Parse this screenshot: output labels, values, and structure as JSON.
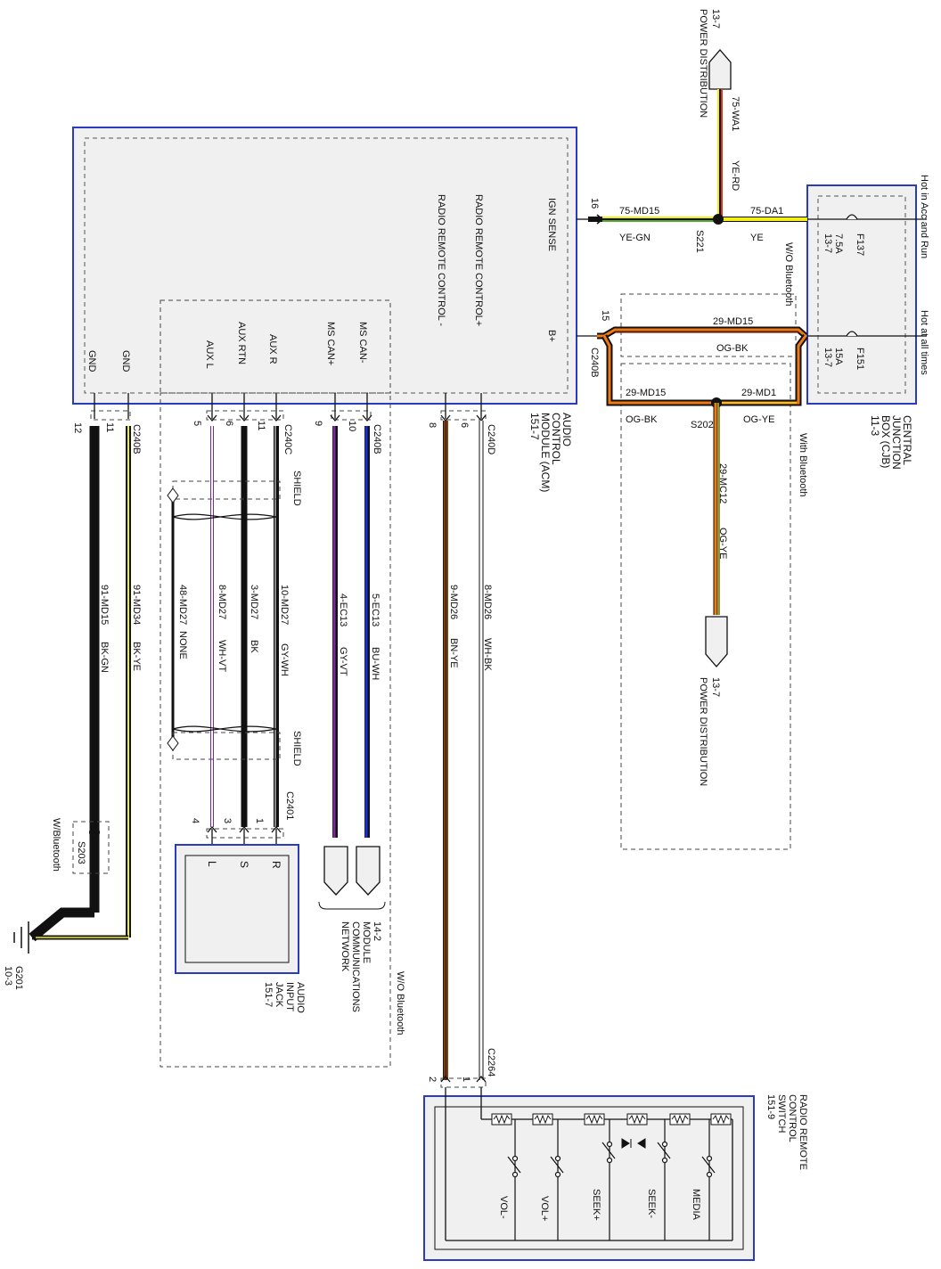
{
  "acm": {
    "pins": [
      "IGN SENSE",
      "B+",
      "RADIO REMOTE CONTROL+",
      "RADIO REMOTE CONTROL -",
      "MS CAN-",
      "MS CAN+",
      "AUX R",
      "AUX RTN",
      "AUX L",
      "GND",
      "GND"
    ],
    "name_lines": [
      "AUDIO",
      "CONTROL",
      "MODULE (ACM)",
      "151-7"
    ]
  },
  "cjb": {
    "name_lines": [
      "CENTRAL",
      "JUNCTION",
      "BOX (CJB)",
      "11-3"
    ],
    "hot_acc_run": "Hot in Acc and Run",
    "hot_all_times": "Hot at all times",
    "fuse1": {
      "id": "F137",
      "rating": "7.5A",
      "ref": "13-7"
    },
    "fuse2": {
      "id": "F151",
      "rating": "15A",
      "ref": "13-7"
    }
  },
  "power_dist": {
    "ref": "13-7",
    "label": "POWER DISTRIBUTION"
  },
  "splices": {
    "s221": "S221",
    "s202": "S202",
    "s203": "S203"
  },
  "bluetooth": {
    "with": "With Bluetooth",
    "without": "W/O Bluetooth",
    "w_bt": "W/Bluetooth"
  },
  "connectors": {
    "c240b": "C240B",
    "c240c": "C240C",
    "c240d": "C240D",
    "c2401": "C2401",
    "c2264": "C2264"
  },
  "circuits": {
    "ign_acm": {
      "id": "75-MD15",
      "color": "YE-GN",
      "pin": "16"
    },
    "ign_cjb": {
      "id": "75-DA1",
      "color": "YE"
    },
    "ign_pd": {
      "id": "75-WA1",
      "color": "YE-RD"
    },
    "bplus_wo": {
      "id": "29-MD15",
      "color": "OG-BK",
      "pin": "15"
    },
    "bplus_w_acm": {
      "id": "29-MD15",
      "color": "OG-BK"
    },
    "bplus_w_cjb": {
      "id": "29-MD1",
      "color": "OG-YE"
    },
    "bplus_pd": {
      "id": "29-MC12",
      "color": "OG-YE"
    },
    "rc_plus": {
      "id": "8-MD26",
      "color": "WH-BK",
      "pin": "6"
    },
    "rc_minus": {
      "id": "9-MD26",
      "color": "BN-YE",
      "pin": "8"
    },
    "can_minus": {
      "id": "5-EC13",
      "color": "BU-WH",
      "pin": "10"
    },
    "can_plus": {
      "id": "4-EC13",
      "color": "GY-VT",
      "pin": "9"
    },
    "aux_r": {
      "id": "10-MD27",
      "color": "GY-WH",
      "pin": "11"
    },
    "aux_rtn": {
      "id": "3-MD27",
      "color": "BK",
      "pin": "6"
    },
    "aux_l": {
      "id": "8-MD27",
      "color": "WH-VT",
      "pin": "5"
    },
    "aux_shield": {
      "id": "48-MD27",
      "color": "NONE"
    },
    "gnd1": {
      "id": "91-MD34",
      "color": "BK-YE",
      "pin": "11"
    },
    "gnd2": {
      "id": "91-MD15",
      "color": "BK-GN",
      "pin": "12"
    }
  },
  "shield": "SHIELD",
  "ground": {
    "id": "G201",
    "ref": "10-3"
  },
  "network": {
    "ref": "14-2",
    "lines": [
      "MODULE",
      "COMMUNICATIONS",
      "NETWORK"
    ]
  },
  "jack": {
    "name_lines": [
      "AUDIO",
      "INPUT",
      "JACK",
      "151-7"
    ],
    "pins": [
      "R",
      "S",
      "L"
    ],
    "cpins": [
      "1",
      "3",
      "4"
    ]
  },
  "rrc": {
    "name_lines": [
      "RADIO REMOTE",
      "CONTROL",
      "SWITCH",
      "151-9"
    ],
    "cpins": [
      "1",
      "2"
    ],
    "switches": [
      "MEDIA",
      "SEEK-",
      "SEEK+",
      "VOL+",
      "VOL-"
    ]
  },
  "colors": {
    "box": "#2b3bbf",
    "ye": "#f2ee1a",
    "og": "#f07a10",
    "rd": "#d4371c",
    "gn": "#5aa832",
    "bu": "#1a2fd6",
    "vt": "#7a2a9c",
    "bn": "#7a3b10",
    "bk": "#111111"
  }
}
